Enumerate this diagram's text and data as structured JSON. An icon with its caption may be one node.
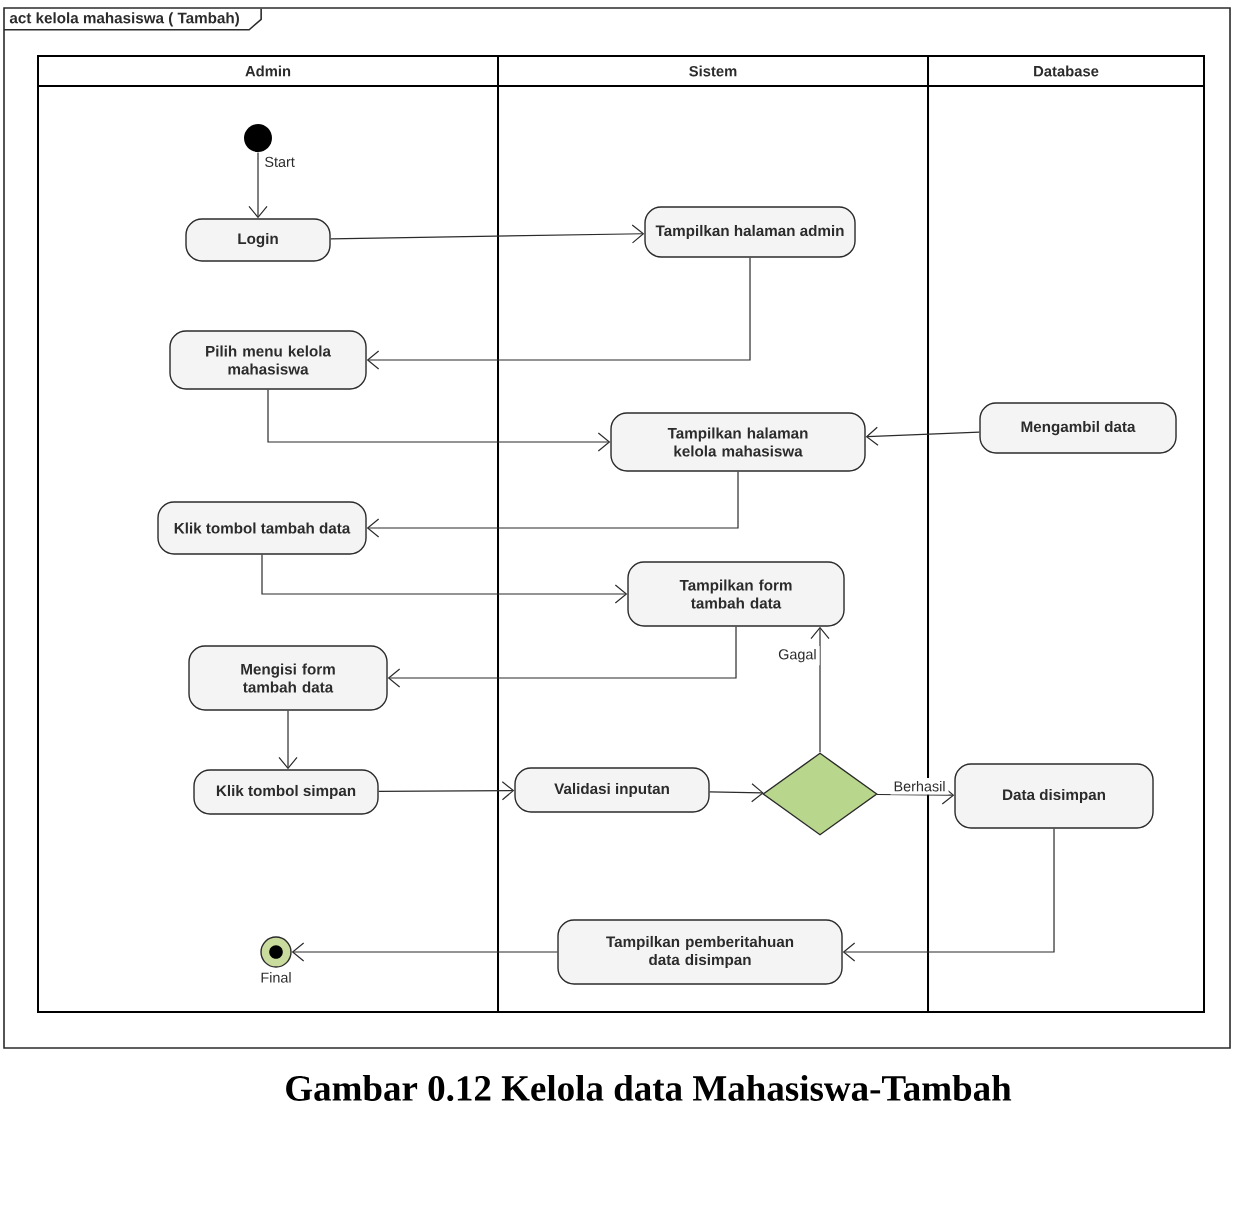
{
  "diagram": {
    "caption": "Gambar 0.12 Kelola data Mahasiswa-Tambah",
    "nodes": [
      {
        "text": [
          "act kelola mahasiswa ( Tambah)"
        ]
      },
      {
        "text": [
          "Admin"
        ],
        "in": 0
      },
      {
        "text": [
          "Sistem"
        ],
        "in": 0
      },
      {
        "text": [
          "Database"
        ],
        "in": 0
      },
      {
        "text": [],
        "shape": "circle",
        "beside": [
          "Start"
        ],
        "in": 1
      },
      {
        "text": [
          "Login"
        ],
        "in": 1
      },
      {
        "text": [
          "Tampilkan halaman admin"
        ],
        "in": 2
      },
      {
        "text": [
          "Pilih menu kelola mahasiswa"
        ],
        "in": 1
      },
      {
        "text": [
          "Tampilkan halaman kelola mahasiswa"
        ],
        "in": 2
      },
      {
        "text": [
          "Mengambil data"
        ],
        "in": 3
      },
      {
        "text": [
          "Klik tombol tambah data"
        ],
        "in": 1
      },
      {
        "text": [
          "Tampilkan form tambah data"
        ],
        "in": 2
      },
      {
        "text": [
          "Mengisi form tambah data"
        ],
        "in": 1
      },
      {
        "text": [
          "Klik tombol simpan"
        ],
        "in": 1
      },
      {
        "text": [
          "Validasi inputan"
        ],
        "in": 2
      },
      {
        "text": [],
        "shape": "diamond",
        "in": 2
      },
      {
        "text": [
          "Data disimpan"
        ],
        "in": 3
      },
      {
        "text": [
          "Tampilkan pemberitahuan data disimpan"
        ],
        "in": 2
      },
      {
        "text": [],
        "shape": "circle",
        "beside": [
          "Final"
        ],
        "in": 1
      }
    ],
    "edges": [
      {
        "from": 4,
        "to": 5,
        "arrow": "to"
      },
      {
        "from": 5,
        "to": 6,
        "arrow": "to"
      },
      {
        "from": 6,
        "to": 7,
        "arrow": "to"
      },
      {
        "from": 7,
        "to": 8,
        "arrow": "to"
      },
      {
        "from": 9,
        "to": 8,
        "arrow": "to"
      },
      {
        "from": 8,
        "to": 10,
        "arrow": "to"
      },
      {
        "from": 10,
        "to": 11,
        "arrow": "to"
      },
      {
        "from": 11,
        "to": 12,
        "arrow": "to"
      },
      {
        "from": 12,
        "to": 13,
        "arrow": "to"
      },
      {
        "from": 13,
        "to": 14,
        "arrow": "to"
      },
      {
        "from": 14,
        "to": 15,
        "arrow": "to"
      },
      {
        "from": 15,
        "to": 11,
        "arrow": "to",
        "label": "Gagal"
      },
      {
        "from": 15,
        "to": 16,
        "arrow": "to",
        "label": "Berhasil"
      },
      {
        "from": 16,
        "to": 17,
        "arrow": "to"
      },
      {
        "from": 17,
        "to": 18,
        "arrow": "to"
      }
    ]
  }
}
